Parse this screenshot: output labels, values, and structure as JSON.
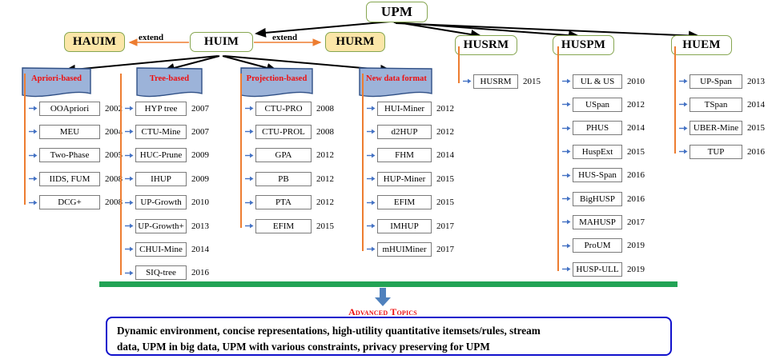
{
  "root": {
    "label": "UPM"
  },
  "second_level": [
    {
      "label": "HAUIM",
      "style": "yellow"
    },
    {
      "label": "HUIM",
      "style": "white"
    },
    {
      "label": "HURM",
      "style": "yellow"
    },
    {
      "label": "HUSRM",
      "style": "white"
    },
    {
      "label": "HUSPM",
      "style": "white"
    },
    {
      "label": "HUEM",
      "style": "white"
    }
  ],
  "extend_labels": [
    "extend",
    "extend"
  ],
  "columns": [
    {
      "banner": "Apriori-based",
      "items": [
        {
          "name": "OOApriori",
          "year": "2002"
        },
        {
          "name": "MEU",
          "year": "2004"
        },
        {
          "name": "Two-Phase",
          "year": "2005"
        },
        {
          "name": "IIDS, FUM",
          "year": "2008"
        },
        {
          "name": "DCG+",
          "year": "2008"
        }
      ]
    },
    {
      "banner": "Tree-based",
      "items": [
        {
          "name": "HYP tree",
          "year": "2007"
        },
        {
          "name": "CTU-Mine",
          "year": "2007"
        },
        {
          "name": "HUC-Prune",
          "year": "2009"
        },
        {
          "name": "IHUP",
          "year": "2009"
        },
        {
          "name": "UP-Growth",
          "year": "2010"
        },
        {
          "name": "UP-Growth+",
          "year": "2013"
        },
        {
          "name": "CHUI-Mine",
          "year": "2014"
        },
        {
          "name": "SIQ-tree",
          "year": "2016"
        }
      ]
    },
    {
      "banner": "Projection-based",
      "items": [
        {
          "name": "CTU-PRO",
          "year": "2008"
        },
        {
          "name": "CTU-PROL",
          "year": "2008"
        },
        {
          "name": "GPA",
          "year": "2012"
        },
        {
          "name": "PB",
          "year": "2012"
        },
        {
          "name": "PTA",
          "year": "2012"
        },
        {
          "name": "EFIM",
          "year": "2015"
        }
      ]
    },
    {
      "banner": "New data format",
      "items": [
        {
          "name": "HUI-Miner",
          "year": "2012"
        },
        {
          "name": "d2HUP",
          "year": "2012"
        },
        {
          "name": "FHM",
          "year": "2014"
        },
        {
          "name": "HUP-Miner",
          "year": "2015"
        },
        {
          "name": "EFIM",
          "year": "2015"
        },
        {
          "name": "IMHUP",
          "year": "2017"
        },
        {
          "name": "mHUIMiner",
          "year": "2017"
        }
      ]
    },
    {
      "banner": "",
      "items": [
        {
          "name": "HUSRM",
          "year": "2015"
        }
      ]
    },
    {
      "banner": "",
      "items": [
        {
          "name": "UL & US",
          "year": "2010"
        },
        {
          "name": "USpan",
          "year": "2012"
        },
        {
          "name": "PHUS",
          "year": "2014"
        },
        {
          "name": "HuspExt",
          "year": "2015"
        },
        {
          "name": "HUS-Span",
          "year": "2016"
        },
        {
          "name": "BigHUSP",
          "year": "2016"
        },
        {
          "name": "MAHUSP",
          "year": "2017"
        },
        {
          "name": "ProUM",
          "year": "2019"
        },
        {
          "name": "HUSP-ULL",
          "year": "2019"
        }
      ]
    },
    {
      "banner": "",
      "items": [
        {
          "name": "UP-Span",
          "year": "2013"
        },
        {
          "name": "TSpan",
          "year": "2014"
        },
        {
          "name": "UBER-Mine",
          "year": "2015"
        },
        {
          "name": "TUP",
          "year": "2016"
        }
      ]
    }
  ],
  "advanced": {
    "title": "Advanced Topics",
    "line1": "Dynamic environment, concise representations, high-utility quantitative itemsets/rules,  stream",
    "line2": "data, UPM in big data, UPM with various constraints, privacy preserving for UPM"
  },
  "colors": {
    "node_border": "#86a651",
    "node_yellow": "#fbe6a8",
    "banner_fill": "#9cb3d9",
    "banner_border": "#2f4f85",
    "banner_text": "#ee1111",
    "spine": "#ed7d31",
    "item_arrow": "#4472c4",
    "green_bar": "#22a355",
    "advanced_border": "#1111cc",
    "advanced_title": "#ee1111",
    "edge": "#000000",
    "extend_arrow": "#ed7d31"
  }
}
